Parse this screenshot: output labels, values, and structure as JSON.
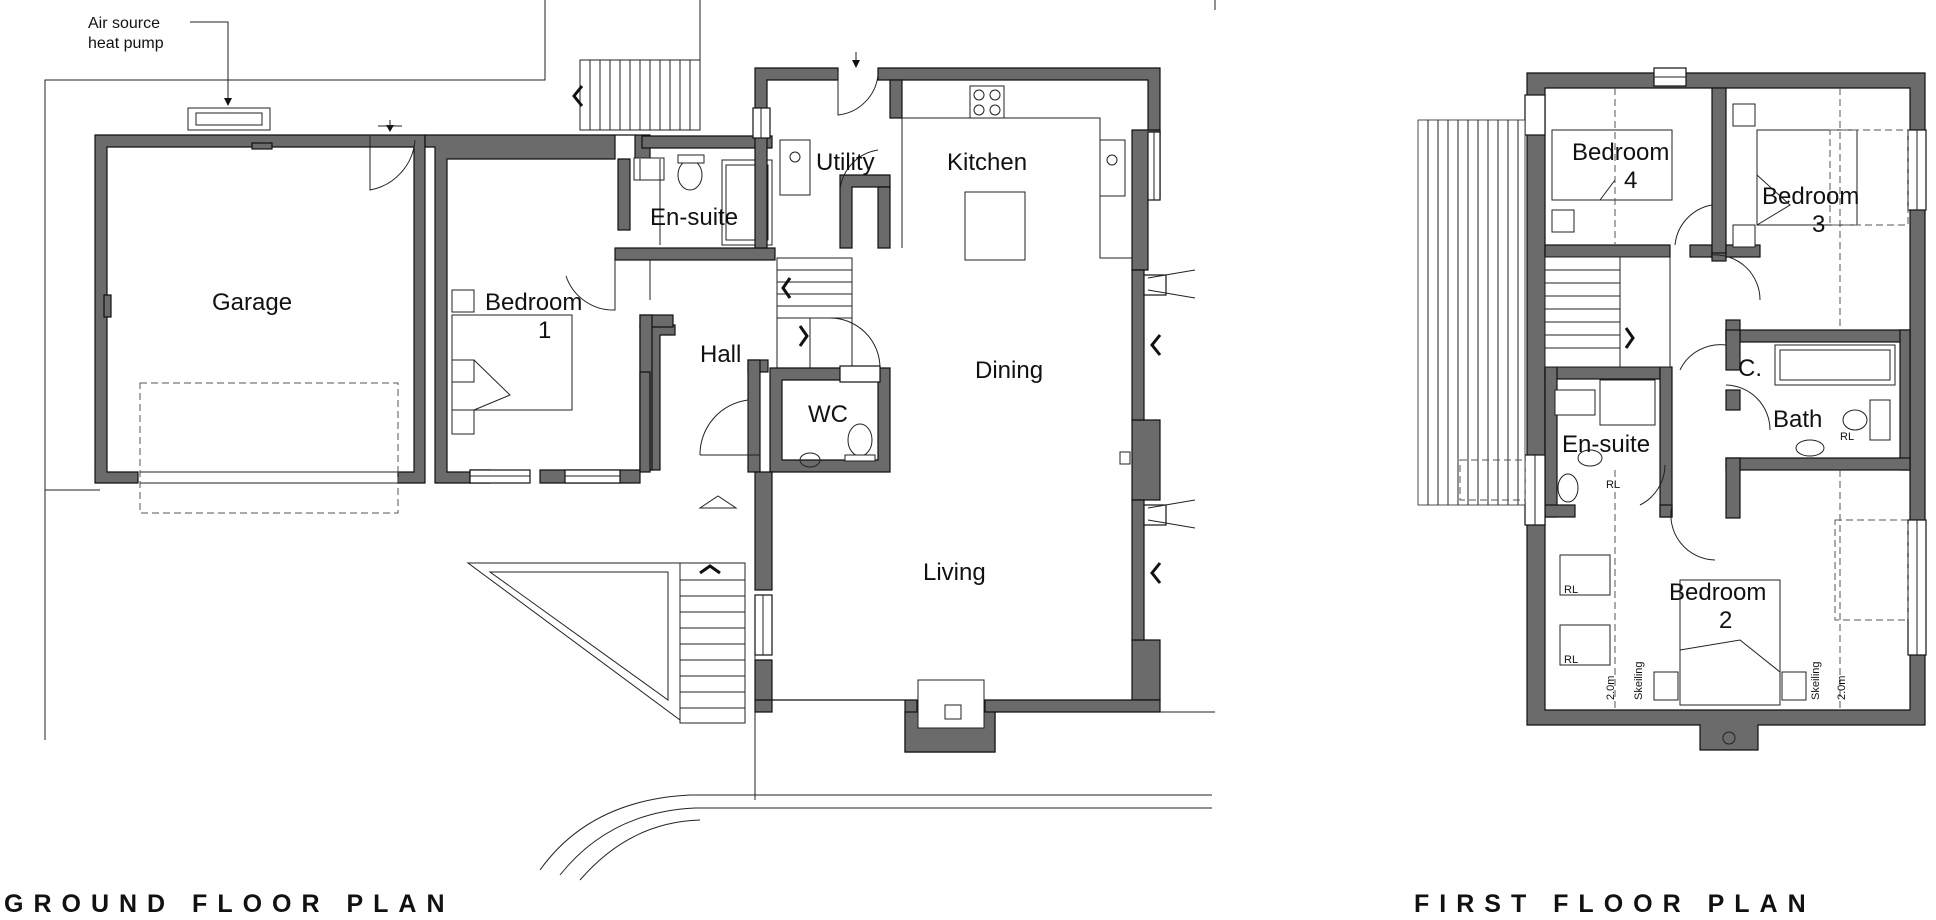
{
  "ground_floor": {
    "title": "GROUND FLOOR PLAN",
    "annotation_line1": "Air source",
    "annotation_line2": "heat pump",
    "rooms": {
      "garage": "Garage",
      "bedroom1_a": "Bedroom",
      "bedroom1_b": "1",
      "ensuite": "En-suite",
      "hall": "Hall",
      "utility": "Utility",
      "kitchen": "Kitchen",
      "dining": "Dining",
      "wc": "WC",
      "living": "Living"
    }
  },
  "first_floor": {
    "title": "FIRST FLOOR PLAN",
    "rooms": {
      "bedroom4_a": "Bedroom",
      "bedroom4_b": "4",
      "bedroom3_a": "Bedroom",
      "bedroom3_b": "3",
      "cupboard": "C.",
      "bath": "Bath",
      "ensuite": "En-suite",
      "bedroom2_a": "Bedroom",
      "bedroom2_b": "2"
    },
    "rl_label": "RL",
    "skeiling_label": "Skeiling",
    "height_label": "2.0m"
  }
}
